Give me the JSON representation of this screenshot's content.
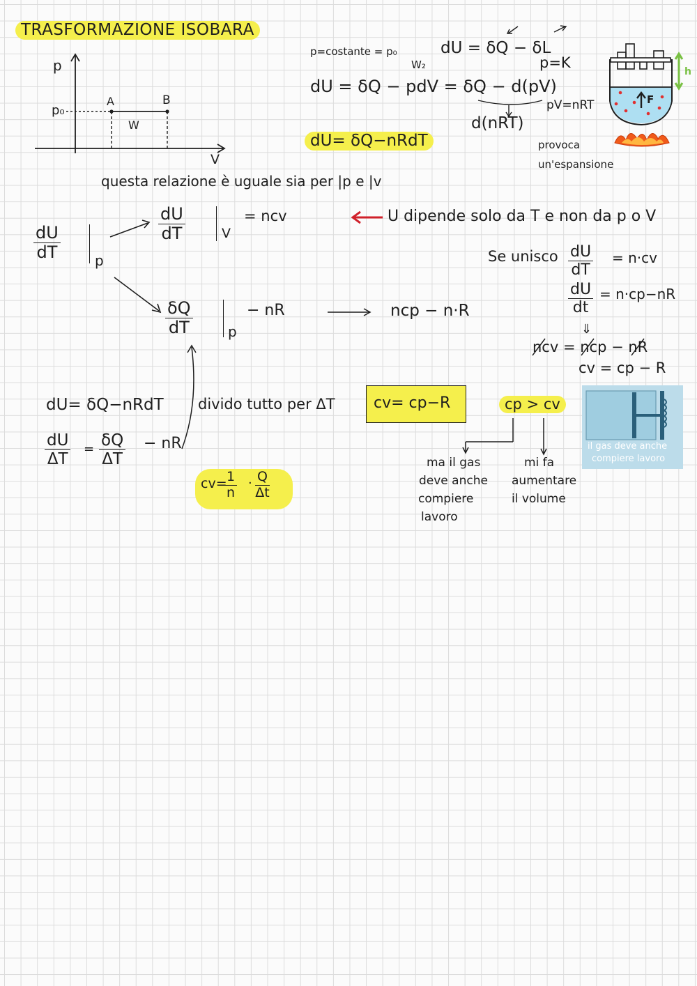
{
  "title": "TRASFORMAZIONE ISOBARA",
  "graph": {
    "axis_p": "p",
    "axis_v": "V",
    "p0": "p₀",
    "point_a": "A",
    "point_b": "B",
    "work": "W"
  },
  "top_eqs": {
    "line1": "p=costante = p₀",
    "w2": "W₂",
    "du_dq_dl": "dU = δQ − δL",
    "pk": "p=K",
    "line2": "dU = δQ − pdV = δQ − d(pV)",
    "nrt": "d(nRT)",
    "pv_nrt": "pV=nRT",
    "highlight": "dU= δQ−nRdT"
  },
  "piston": {
    "force": "F",
    "h": "h",
    "note_1": "provoca",
    "note_2": "un'espansione"
  },
  "relation_note": "questa relazione è uguale sia per |p e |v",
  "main": {
    "du": "dU",
    "dt": "dT",
    "sub_p": "p",
    "sub_v": "V",
    "ncv": "= ncv",
    "dq": "δQ",
    "minus_nr": "− nR",
    "ncp_nr": "ncp − n·R",
    "red_note": "U dipende solo da T e non da p o V"
  },
  "right": {
    "se_unisco": "Se unisco",
    "eq1_rhs": "= n·cv",
    "eq2_num": "dU",
    "eq2_den": "dt",
    "eq2_rhs": "= n·cp−nR",
    "arrow": "⇓",
    "eq3": "ncv = ncp − nR",
    "eq4": "cv = cp − R"
  },
  "bottom": {
    "eq1": "dU= δQ−nRdT",
    "divido": "divido tutto per ΔT",
    "boxed": "cv= cp−R",
    "cp_cv": "cp > cv",
    "eq2_num1": "dU",
    "eq2_den1": "ΔT",
    "eq2_num2": "δQ",
    "eq2_den2": "ΔT",
    "eq2_minus": "− nR",
    "cv_lhs": "cv=",
    "one": "1",
    "n": "n",
    "q": "Q",
    "dt2": "Δt",
    "note_left_1": "ma il gas",
    "note_left_2": "deve anche",
    "note_left_3": "compiere",
    "note_left_4": "lavoro",
    "note_right_1": "mi fa",
    "note_right_2": "aumentare",
    "note_right_3": "il volume",
    "image_caption_1": "il gas deve anche",
    "image_caption_2": "compiere lavoro"
  },
  "colors": {
    "highlight": "#f5ef4c",
    "red": "#d0202a",
    "green": "#79c043",
    "blue_liquid": "#aedff2",
    "fire": "#f05a1a"
  }
}
